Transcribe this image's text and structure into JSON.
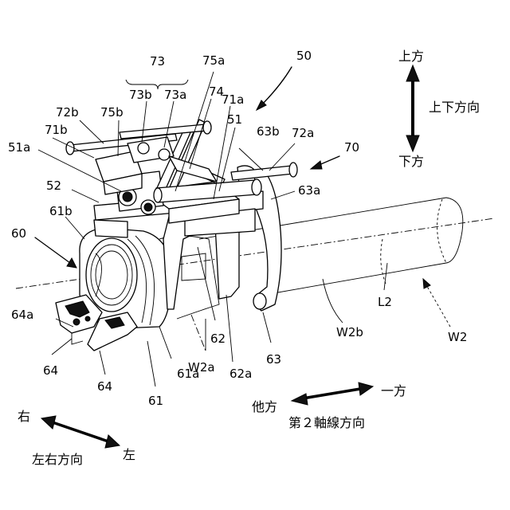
{
  "labels": {
    "n73": "73",
    "n75a": "75a",
    "n50": "50",
    "n73b": "73b",
    "n73a": "73a",
    "n74": "74",
    "n72b": "72b",
    "n75b": "75b",
    "n71a": "71a",
    "n71b": "71b",
    "n51": "51",
    "n63b": "63b",
    "n72a": "72a",
    "n70": "70",
    "n51a": "51a",
    "n52": "52",
    "n63a": "63a",
    "n61b": "61b",
    "n60": "60",
    "n64a": "64a",
    "n62": "62",
    "n63": "63",
    "nL2": "L2",
    "nW2b": "W2b",
    "nW2": "W2",
    "nW2a": "W2a",
    "n62a": "62a",
    "n64_left": "64",
    "n64_right": "64",
    "n61a": "61a",
    "n61": "61"
  },
  "directions": {
    "up": "上方",
    "updown": "上下方向",
    "down": "下方",
    "one_side": "一方",
    "other_side": "他方",
    "second_axis": "第２軸線方向",
    "right": "右",
    "left": "左",
    "leftright": "左右方向"
  }
}
